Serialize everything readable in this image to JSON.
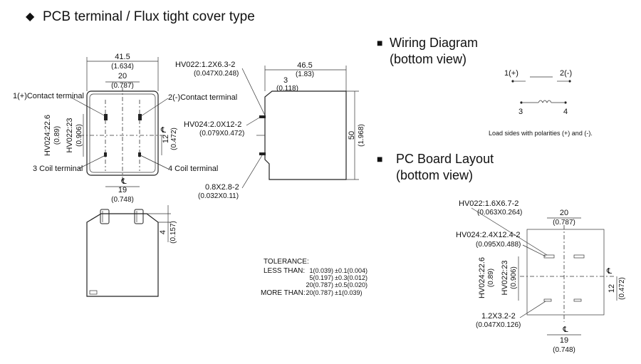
{
  "header": {
    "bullet": "◆",
    "title": "PCB terminal / Flux tight cover type"
  },
  "front_view": {
    "width_mm": "41.5",
    "width_in": "(1.634)",
    "pitch_mm": "20",
    "pitch_in": "(0.787)",
    "plus_label": "1(+)Contact terminal",
    "minus_label": "2(-)Contact terminal",
    "coil3_label": "3 Coil terminal",
    "coil4_label": "4 Coil terminal",
    "hv024_v": "HV024:22.6",
    "hv024_v_in": "(0.89)",
    "hv022_v": "HV022:23",
    "hv022_v_in": "(0.906)",
    "dim12": "12",
    "dim12_in": "(0.472)",
    "dim19": "19",
    "dim19_in": "(0.748)",
    "cl_mark": "℄"
  },
  "side_view": {
    "hv022_tab": "HV022:1.2X6.3-2",
    "hv022_tab_in": "(0.047X0.248)",
    "depth_mm": "46.5",
    "depth_in": "(1.83)",
    "dim3": "3",
    "dim3_in": "(0.118)",
    "hv024_tab": "HV024:2.0X12-2",
    "hv024_tab_in": "(0.079X0.472)",
    "height_mm": "50",
    "height_in": "(1.968)",
    "coil_pin": "0.8X2.8-2",
    "coil_pin_in": "(0.032X0.11)"
  },
  "bottom_view": {
    "dim4": "4",
    "dim4_in": "(0.157)"
  },
  "tolerance": {
    "title": "TOLERANCE:",
    "less_than": "LESS THAN:",
    "more_than": "MORE THAN:",
    "rows": [
      {
        "size": "1(0.039)",
        "tol": "±0.1(0.004)"
      },
      {
        "size": "5(0.197)",
        "tol": "±0.3(0.012)"
      },
      {
        "size": "20(0.787)",
        "tol": "±0.5(0.020)"
      },
      {
        "size": "20(0.787)",
        "tol": "±1(0.039)"
      }
    ]
  },
  "wiring": {
    "bullet": "■",
    "title": "Wiring Diagram",
    "subtitle": "(bottom view)",
    "t1": "1(+)",
    "t2": "2(-)",
    "t3": "3",
    "t4": "4",
    "note": "Load sides with polarities (+) and (-)."
  },
  "pcb_layout": {
    "bullet": "■",
    "title": "PC Board Layout",
    "subtitle": "(bottom view)",
    "hv022_hole": "HV022:1.6X6.7-2",
    "hv022_hole_in": "(0.063X0.264)",
    "pitch_mm": "20",
    "pitch_in": "(0.787)",
    "hv024_hole": "HV024:2.4X12.4-2",
    "hv024_hole_in": "(0.095X0.488)",
    "hv024_v": "HV024:22.6",
    "hv024_v_in": "(0.89)",
    "hv022_v": "HV022:23",
    "hv022_v_in": "(0.906)",
    "dim12": "12",
    "dim12_in": "(0.472)",
    "coil_hole": "1.2X3.2-2",
    "coil_hole_in": "(0.047X0.126)",
    "dim19": "19",
    "dim19_in": "(0.748)",
    "cl_mark": "℄"
  }
}
